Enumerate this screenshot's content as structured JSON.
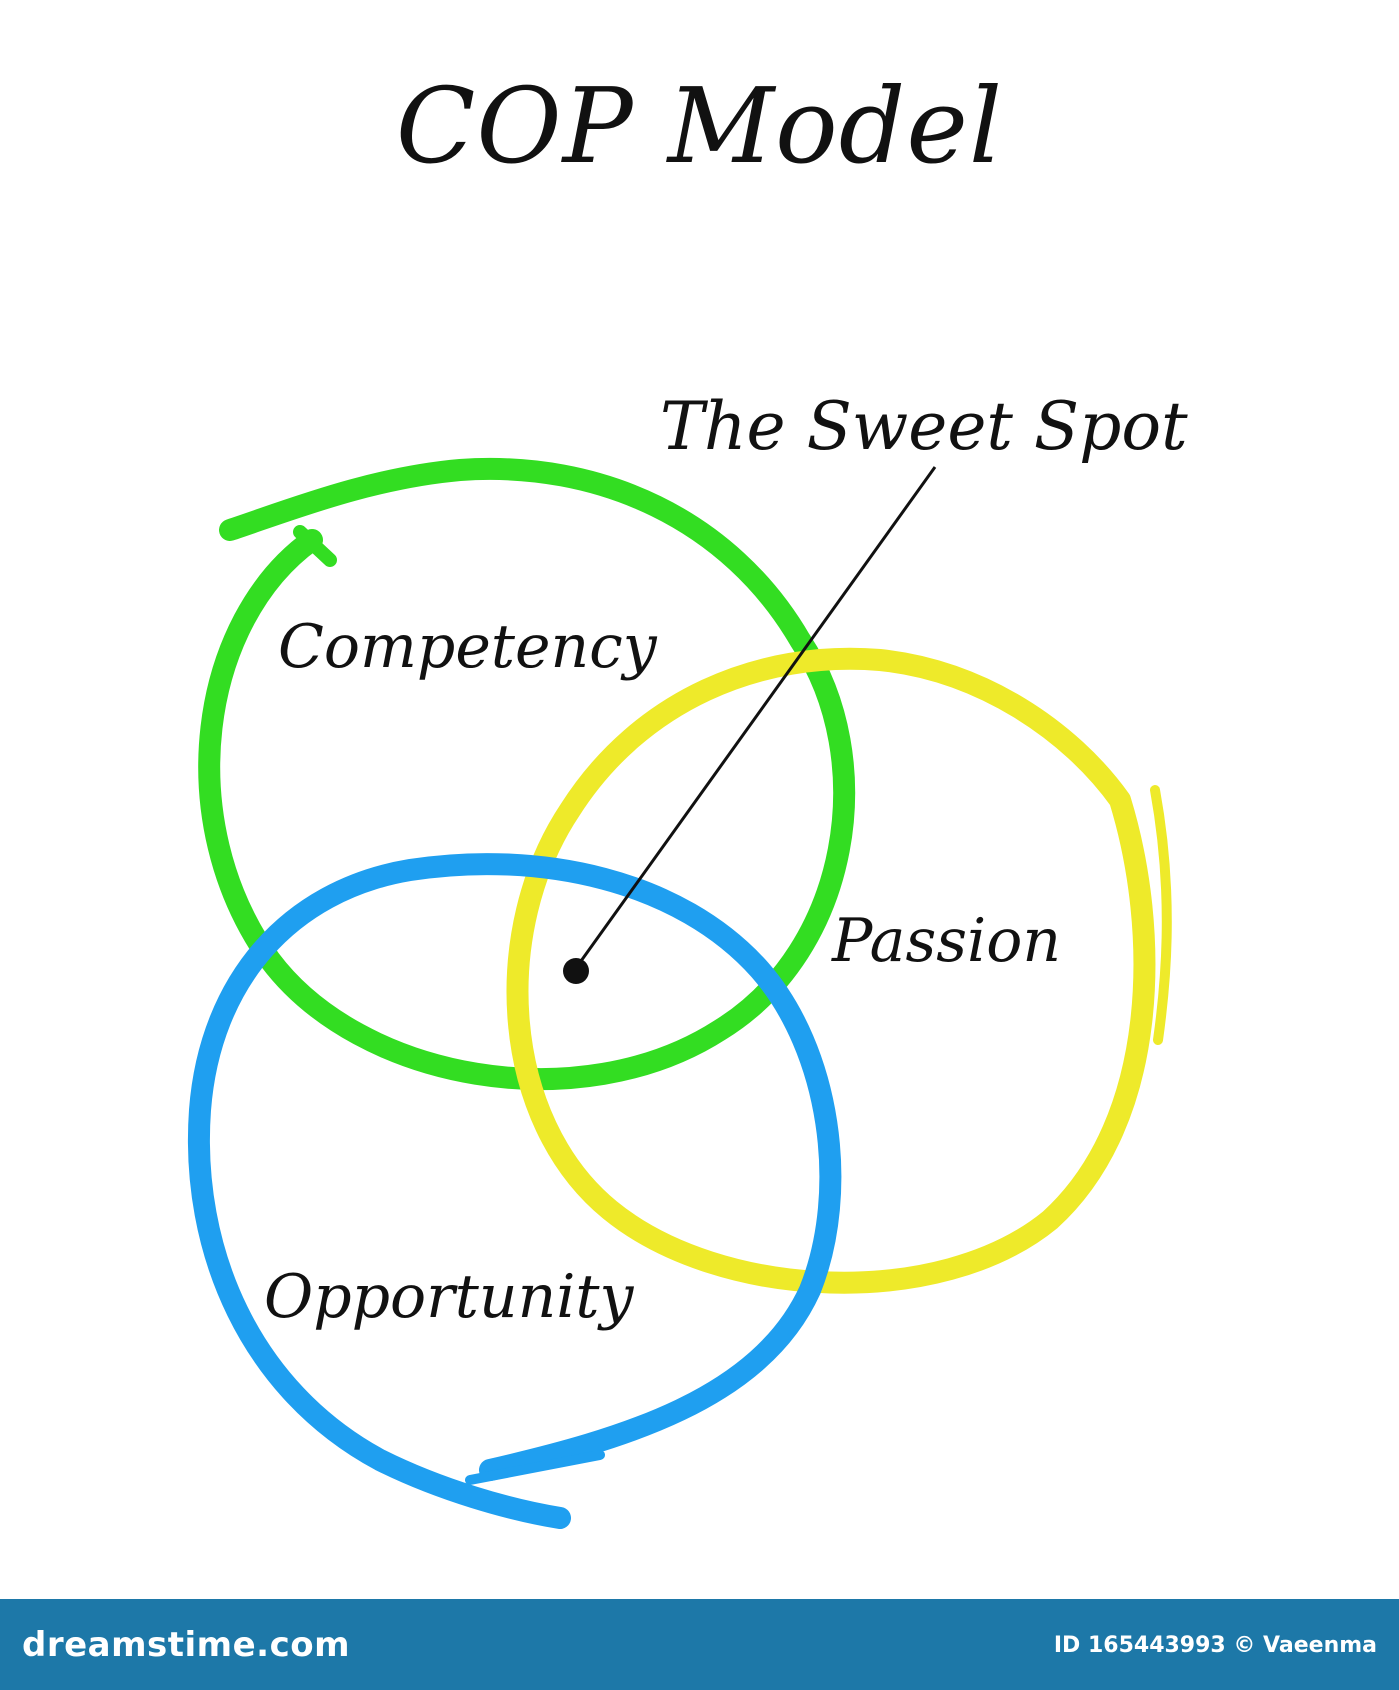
{
  "title": "COP Model",
  "annotation": "The Sweet Spot",
  "circles": [
    {
      "label": "Competency",
      "color": "#33dd22"
    },
    {
      "label": "Passion",
      "color": "#eeea2a"
    },
    {
      "label": "Opportunity",
      "color": "#1f9ff0"
    }
  ],
  "footer": {
    "brand": "dreamstime.com",
    "credit": "ID 165443993 © Vaeenma"
  }
}
